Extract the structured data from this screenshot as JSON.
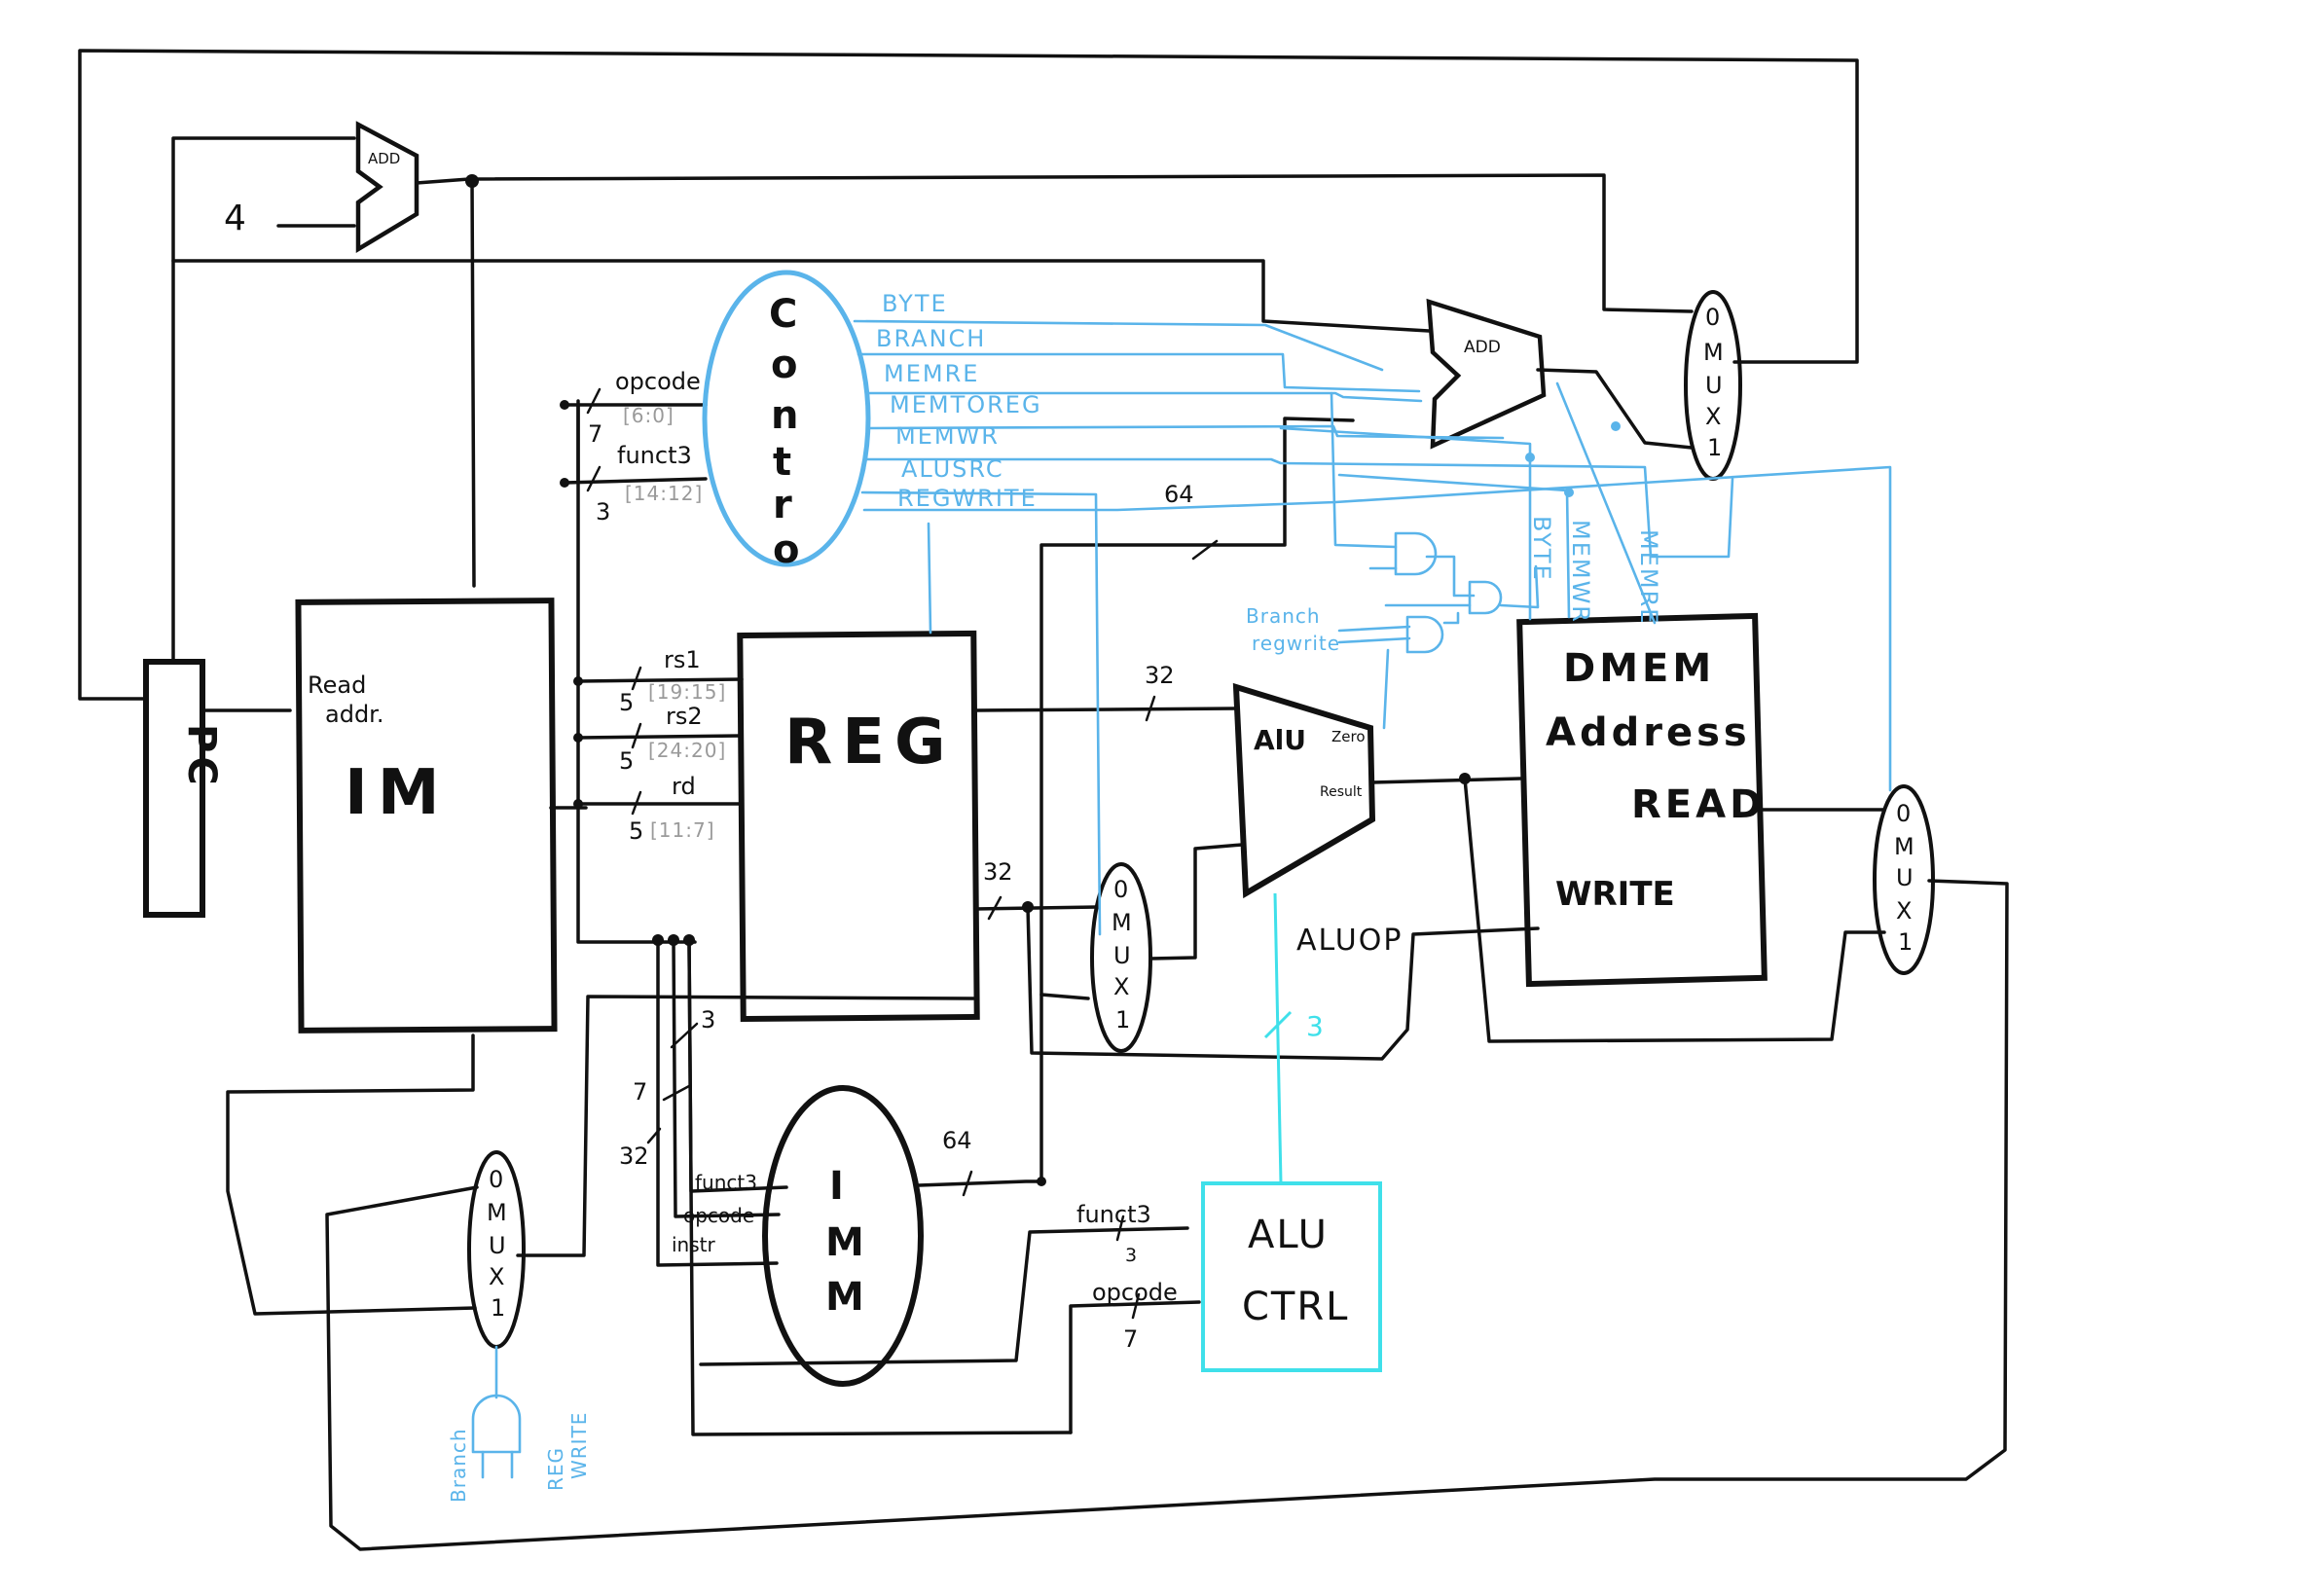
{
  "blocks": {
    "pc": "PC",
    "im": "IM",
    "im_read": "Read",
    "im_addr": "addr.",
    "reg": "REG",
    "imm_letters": [
      "I",
      "M",
      "M"
    ],
    "control_letters": [
      "C",
      "o",
      "n",
      "t",
      "r",
      "o"
    ],
    "dmem": "DMEM",
    "dmem_address": "Address",
    "dmem_read": "READ",
    "dmem_write": "WRITE",
    "alu": "AlU",
    "alu_zero": "Zero",
    "alu_result": "Result",
    "alu_ctrl_1": "ALU",
    "alu_ctrl_2": "CTRL",
    "adder_top": "ADD",
    "adder_branch": "ADD",
    "mux_letters": [
      "0",
      "M",
      "U",
      "X",
      "1"
    ]
  },
  "signals": {
    "const_four": "4",
    "opcode": "opcode",
    "opcode_bits": "[6:0]",
    "opcode_width": "7",
    "funct3": "funct3",
    "funct3_bits": "[14:12]",
    "funct3_width": "3",
    "rs1": "rs1",
    "rs1_bits": "[19:15]",
    "rs2": "rs2",
    "rs2_bits": "[24:20]",
    "rd": "rd",
    "rd_bits": "[11:7]",
    "reg_width": "5",
    "w64_top": "64",
    "w32_alu": "32",
    "w32_reg": "32",
    "w64_imm": "64",
    "aluop": "ALUOP",
    "aluop_width": "3",
    "imm_bus_3": "3",
    "imm_bus_7": "7",
    "imm_bus_32": "32",
    "imm_funct3": "funct3",
    "imm_opcode": "opcode",
    "imm_instr": "instr",
    "ctrl_funct3": "funct3",
    "ctrl_funct3_w": "3",
    "ctrl_opcode": "opcode",
    "ctrl_opcode_w": "7"
  },
  "control_outputs": [
    "BYTE",
    "BRANCH",
    "MEMRE",
    "MEMTOREG",
    "MEMWR",
    "ALUSRC",
    "REGWRITE"
  ],
  "dmem_inputs": [
    "BYTE",
    "MEMWR",
    "MEMRE"
  ],
  "gate_inputs_right": [
    "Branch",
    "regwrite"
  ],
  "gate_inputs_left": [
    "Branch",
    "REG",
    "WRITE"
  ],
  "colors": {
    "ink": "#111111",
    "control": "#5ab4ea",
    "alu_ctrl": "#3fe0ea",
    "grey_bits": "#9a9a9a"
  }
}
